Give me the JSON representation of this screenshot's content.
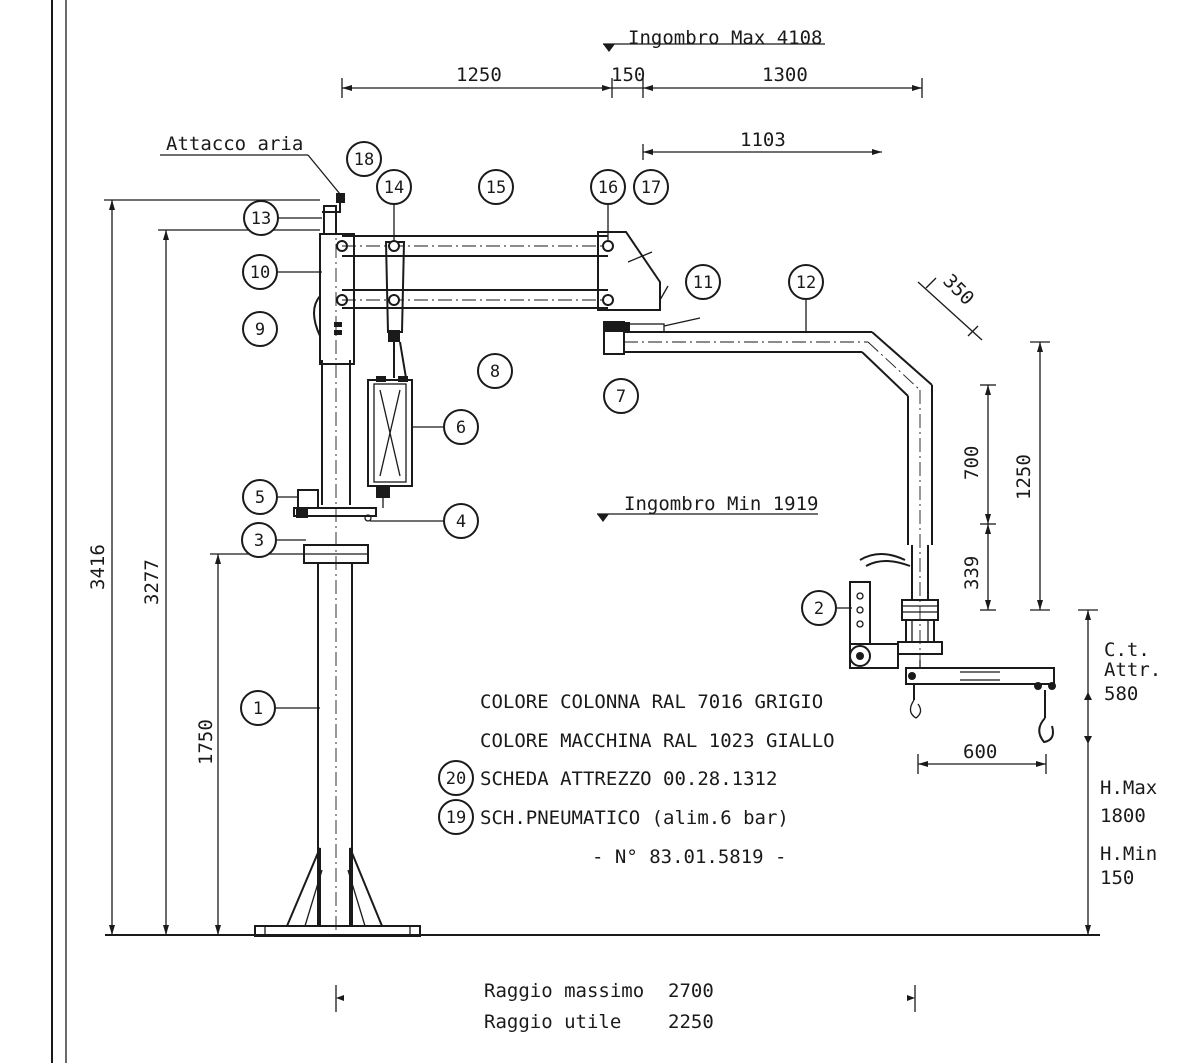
{
  "dimensions": {
    "ingombro_max": "Ingombro Max 4108",
    "ingombro_min": "Ingombro Min 1919",
    "d1250_top": "1250",
    "d150": "150",
    "d1300": "1300",
    "d1103": "1103",
    "d350": "350",
    "d700": "700",
    "d339": "339",
    "d1250_right": "1250",
    "d600": "600",
    "d3416": "3416",
    "d3277": "3277",
    "d1750": "1750"
  },
  "labels": {
    "attacco_aria": "Attacco aria",
    "c_t_attr_1": "C.t.",
    "c_t_attr_2": "Attr.",
    "c_t_attr_value": "580",
    "h_max_label": "H.Max",
    "h_max_value": "1800",
    "h_min_label": "H.Min",
    "h_min_value": "150"
  },
  "callouts": [
    "1",
    "2",
    "3",
    "4",
    "5",
    "6",
    "7",
    "8",
    "9",
    "10",
    "11",
    "12",
    "13",
    "14",
    "15",
    "16",
    "17",
    "18",
    "19",
    "20"
  ],
  "notes": {
    "colore_colonna": "COLORE COLONNA RAL 7016 GRIGIO",
    "colore_macchina": "COLORE MACCHINA RAL 1023 GIALLO",
    "scheda_attrezzo": "SCHEDA ATTREZZO 00.28.1312",
    "schema_pneumatico": "SCH.PNEUMATICO (alim.6 bar)",
    "numero": "- N° 83.01.5819 -"
  },
  "footer": {
    "raggio_massimo_label": "Raggio massimo",
    "raggio_massimo_value": "2700",
    "raggio_utile_label": "Raggio utile",
    "raggio_utile_value": "2250"
  }
}
